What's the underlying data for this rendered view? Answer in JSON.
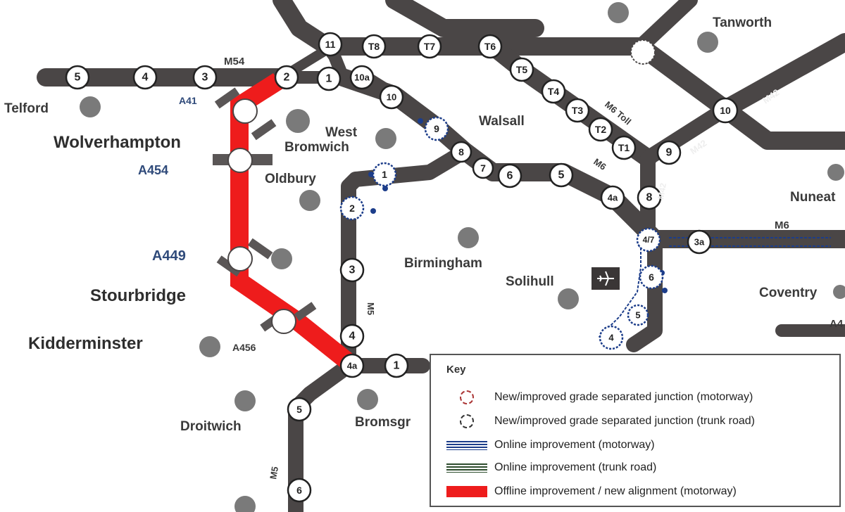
{
  "colors": {
    "road": "#4a4646",
    "roadLight": "#5a5656",
    "offline": "#ee1c1c",
    "motorwayImprove": "#1c3d8a",
    "trunkImprove": "#2e4d2e",
    "town": "#7a7a7a",
    "junctionFill": "#ffffff"
  },
  "towns": {
    "tanworth": "Tanworth",
    "telford": "Telford",
    "walsall": "Walsall",
    "wolverhampton": "Wolverhampton",
    "west": "West",
    "bromwich": "Bromwich",
    "oldbury": "Oldbury",
    "nuneaton": "Nuneat",
    "birmingham": "Birmingham",
    "solihull": "Solihull",
    "coventry": "Coventry",
    "stourbridge": "Stourbridge",
    "kidderminster": "Kidderminster",
    "droitwich": "Droitwich",
    "bromsgrove": "Bromsgr"
  },
  "roads": {
    "m54": "M54",
    "a41": "A41",
    "a454": "A454",
    "a449": "A449",
    "a456": "A456",
    "m5": "M5",
    "m5_south": "M5",
    "m6": "M6",
    "m6_north": "M6",
    "m6_toll": "M6 Toll",
    "m42_top": "M42",
    "m42_mid": "M42",
    "m42_low": "M42",
    "a4_partial": "A4"
  },
  "junctions": {
    "m54_5": "5",
    "m54_4": "4",
    "m54_3": "3",
    "m54_2": "2",
    "m54_1": "1",
    "m6_11": "11",
    "m6_10a": "10a",
    "m6_10": "10",
    "m6_9": "9",
    "m6_8": "8",
    "m6_7": "7",
    "m6_6": "6",
    "m6_5": "5",
    "m6_4a": "4a",
    "m6_4_7": "4/7",
    "m6_3a": "3a",
    "t8": "T8",
    "t7": "T7",
    "t6": "T6",
    "t5": "T5",
    "t4": "T4",
    "t3": "T3",
    "t2": "T2",
    "t1": "T1",
    "m42_10": "10",
    "m42_9": "9",
    "m42_8": "8",
    "m42_6": "6",
    "m42_5": "5",
    "m42_4": "4",
    "m5_1": "1",
    "m5_2": "2",
    "m5_3": "3",
    "m5_4": "4",
    "m5_4a": "4a",
    "m5_5": "5",
    "m5_6": "6",
    "m42_1": "1"
  },
  "key": {
    "title": "Key",
    "items": [
      {
        "label": "New/improved grade separated junction (motorway)",
        "symbol": "ring-motorway"
      },
      {
        "label": "New/improved grade separated junction (trunk road)",
        "symbol": "ring-trunk"
      },
      {
        "label": "Online improvement (motorway)",
        "symbol": "bar-motorway"
      },
      {
        "label": "Online improvement (trunk road)",
        "symbol": "bar-trunk"
      },
      {
        "label": "Offline improvement / new alignment (motorway)",
        "symbol": "bar-offline"
      }
    ]
  }
}
